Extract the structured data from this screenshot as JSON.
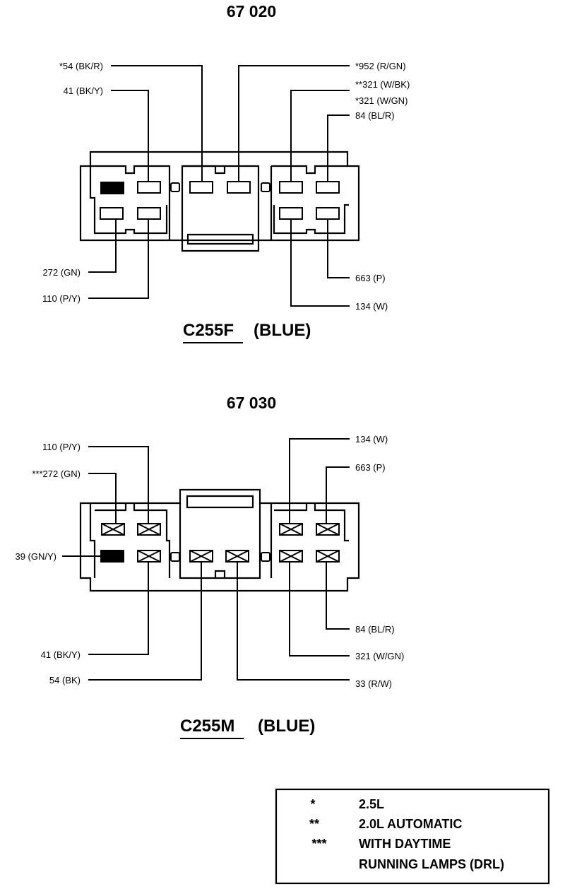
{
  "top": {
    "part_number": "67 020",
    "connector_id": "C255F",
    "connector_color": "(BLUE)",
    "wires": {
      "w54": "*54 (BK/R)",
      "w41": "41 (BK/Y)",
      "w952": "*952 (R/GN)",
      "w321a": "**321 (W/BK)",
      "w321b": "*321 (W/GN)",
      "w84": "84 (BL/R)",
      "w272": "272 (GN)",
      "w110": "110 (P/Y)",
      "w663": "663 (P)",
      "w134": "134 (W)"
    }
  },
  "bottom": {
    "part_number": "67 030",
    "connector_id": "C255M",
    "connector_color": "(BLUE)",
    "wires": {
      "w110": "110 (P/Y)",
      "w272": "***272 (GN)",
      "w39": "39 (GN/Y)",
      "w134": "134 (W)",
      "w663": "663 (P)",
      "w41": "41 (BK/Y)",
      "w54": "54 (BK)",
      "w84": "84 (BL/R)",
      "w321": "321 (W/GN)",
      "w33": "33 (R/W)"
    }
  },
  "legend": [
    {
      "symbol": "*",
      "text": "2.5L"
    },
    {
      "symbol": "**",
      "text": "2.0L AUTOMATIC"
    },
    {
      "symbol": "***",
      "text": "WITH DAYTIME"
    },
    {
      "symbol": "",
      "text": "RUNNING LAMPS (DRL)"
    }
  ]
}
